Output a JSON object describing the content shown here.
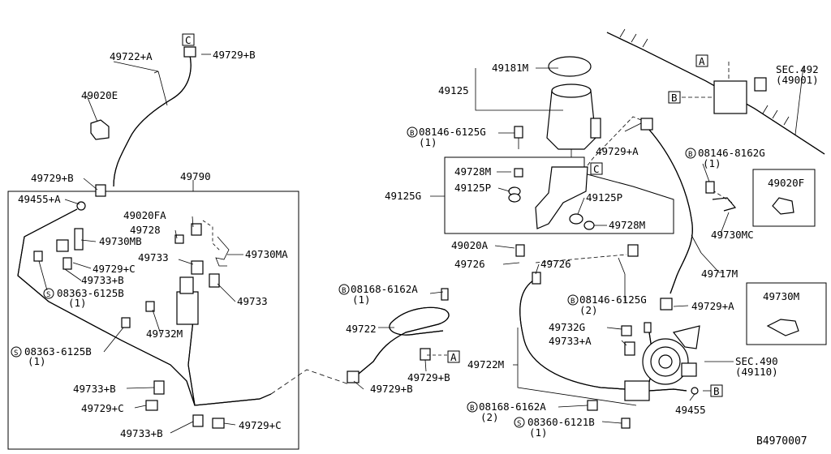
{
  "diagram_id": "B4970007",
  "ref_a": "A",
  "ref_b": "B",
  "ref_c": "C",
  "labels": {
    "p49722A": "49722+A",
    "p49729B_top": "49729+B",
    "p49020E": "49020E",
    "p49729B_left": "49729+B",
    "p49790": "49790",
    "p49455A": "49455+A",
    "p49020FA": "49020FA",
    "p49728": "49728",
    "p49730MB": "49730MB",
    "p49733_a": "49733",
    "p49730MA": "49730MA",
    "p49729C_a": "49729+C",
    "p49733B_a": "49733+B",
    "p08363_a": "08363-6125B",
    "p08363_a_qty": "(1)",
    "p49733_b": "49733",
    "p49732M": "49732M",
    "p08363_b": "08363-6125B",
    "p08363_b_qty": "(1)",
    "p49733B_b": "49733+B",
    "p49729C_b": "49729+C",
    "p49733B_c": "49733+B",
    "p49729C_c": "49729+C",
    "p08168_a": "08168-6162A",
    "p08168_a_qty": "(1)",
    "p49722": "49722",
    "p49729B_mid": "49729+B",
    "p49729B_bot": "49729+B",
    "p49125": "49125",
    "p49181M": "49181M",
    "p08146G_a": "08146-6125G",
    "p08146G_a_qty": "(1)",
    "p49125G": "49125G",
    "p49728M_a": "49728M",
    "p49125P_a": "49125P",
    "p49125P_b": "49125P",
    "p49728M_b": "49728M",
    "p49020A": "49020A",
    "p49726_a": "49726",
    "p49726_b": "49726",
    "p08146G_b": "08146-6125G",
    "p08146G_b_qty": "(2)",
    "p49732G": "49732G",
    "p49733A": "49733+A",
    "p49722M": "49722M",
    "p08168_b": "08168-6162A",
    "p08168_b_qty": "(2)",
    "p08360": "08360-6121B",
    "p08360_qty": "(1)",
    "p49455": "49455",
    "p49729A_a": "49729+A",
    "p08146B": "08146-8162G",
    "p08146B_qty": "(1)",
    "p49020F": "49020F",
    "p49730MC": "49730MC",
    "p49717M": "49717M",
    "p49729A_b": "49729+A",
    "p49730M": "49730M",
    "sec492": "SEC.492",
    "sec492_sub": "(49001)",
    "sec490": "SEC.490",
    "sec490_sub": "(49110)",
    "bolt_symbol_b": "B",
    "bolt_symbol_s": "S"
  }
}
